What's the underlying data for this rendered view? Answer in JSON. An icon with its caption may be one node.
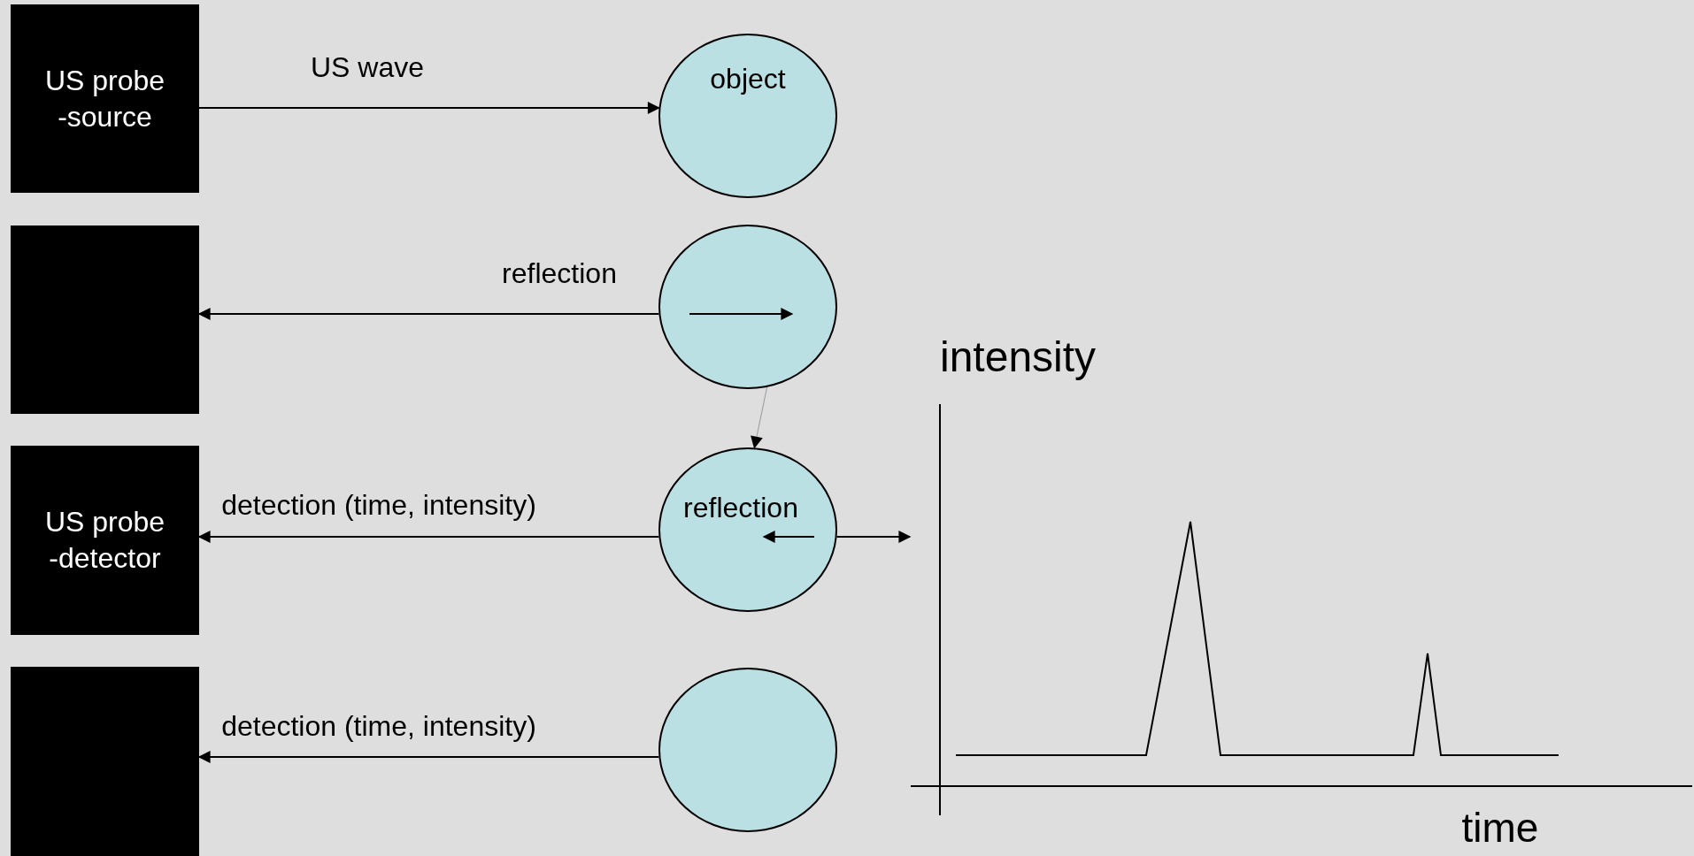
{
  "diagram": {
    "nodes": [
      {
        "text": [
          "US probe -source"
        ]
      },
      {
        "text": [
          "object"
        ]
      },
      {
        "text": [],
        "shape": "box"
      },
      {
        "text": [],
        "shape": "circle"
      },
      {
        "text": [
          "US probe -detector"
        ]
      },
      {
        "text": [
          "reflection"
        ]
      },
      {
        "text": [],
        "shape": "box"
      },
      {
        "text": [],
        "shape": "circle"
      }
    ],
    "edges": [
      {
        "from": 0,
        "to": 1,
        "arrow": "to",
        "label": "US wave"
      },
      {
        "from": 3,
        "to": 2,
        "arrow": "to",
        "label": "reflection"
      },
      {
        "from": 3,
        "to": 5,
        "arrow": "to",
        "color": "#999999"
      },
      {
        "from": 5,
        "to": 4,
        "arrow": "to",
        "label": "detection (time, intensity)"
      },
      {
        "from": 5,
        "to": null,
        "arrow": "to"
      },
      {
        "from": 7,
        "to": 6,
        "arrow": "to",
        "label": "detection (time, intensity)"
      }
    ],
    "labels": [
      "intensity",
      "time"
    ]
  }
}
